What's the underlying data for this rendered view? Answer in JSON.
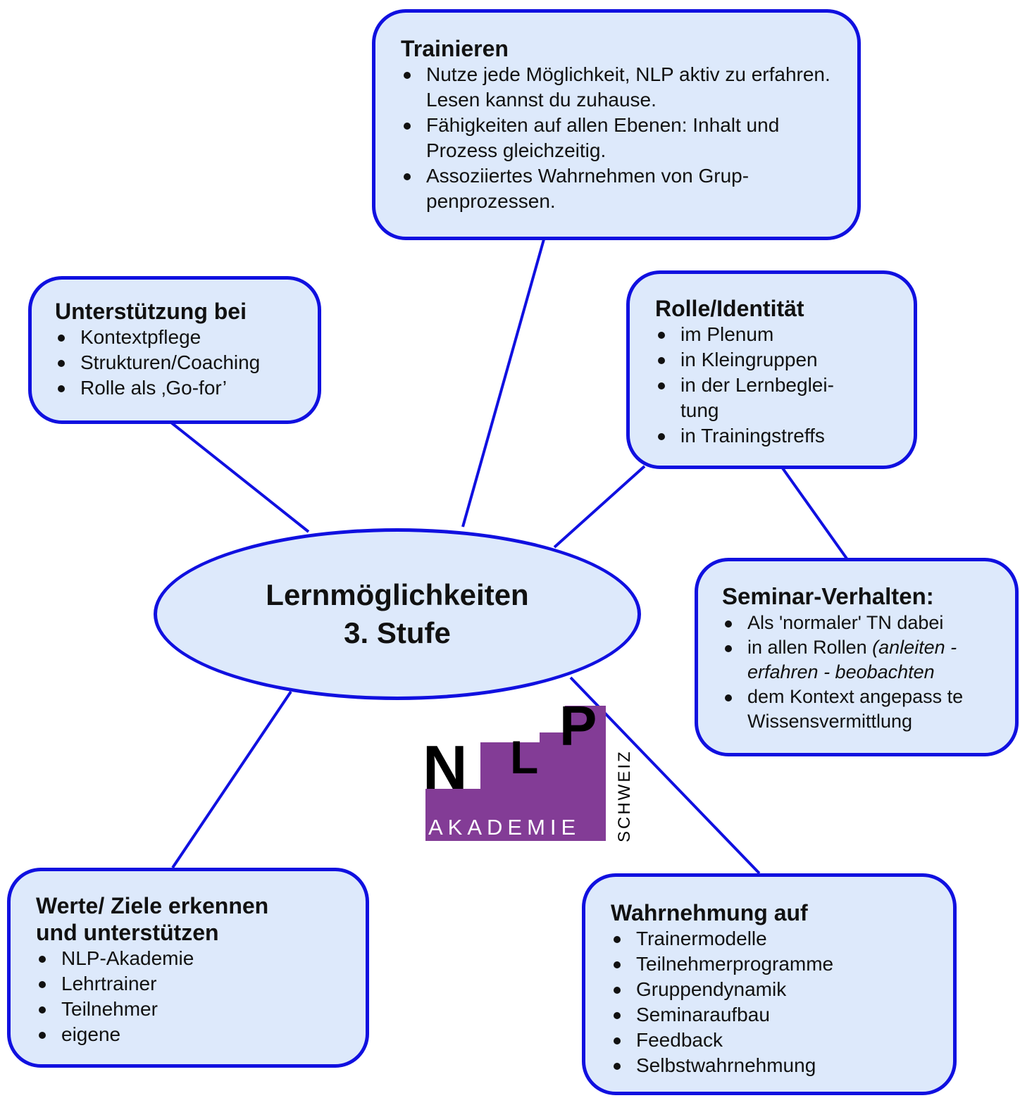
{
  "center": {
    "line1": "Lernmöglichkeiten",
    "line2": "3. Stufe"
  },
  "trainieren": {
    "title": "Trainieren",
    "items": [
      "Nutze jede Möglichkeit, NLP aktiv zu erfahren. Lesen kannst du zuhause.",
      "Fähigkeiten auf allen Ebenen: Inhalt und Prozess gleichzeitig.",
      "Assoziiertes Wahrnehmen von Grup-penprozessen."
    ]
  },
  "unterstuetzung": {
    "title": "Unterstützung bei",
    "items": [
      "Kontextpflege",
      "Strukturen/Coaching",
      "Rolle als ‚Go-for’"
    ]
  },
  "rolle": {
    "title": "Rolle/Identität",
    "items": [
      "im Plenum",
      "in Kleingruppen",
      "in der Lernbeglei-tung",
      "in Trainingstreffs"
    ]
  },
  "seminar": {
    "title": "Seminar-Verhalten:",
    "item1": "Als 'normaler' TN dabei",
    "item2_prefix": "in allen Rollen ",
    "item2_italic": "(anleiten - erfahren - beobachten",
    "item3": "dem Kontext angepass te Wissensvermittlung"
  },
  "werte": {
    "title": "Werte/ Ziele erkennen und unterstützen",
    "items": [
      "NLP-Akademie",
      "Lehrtrainer",
      "Teilnehmer",
      "eigene"
    ]
  },
  "wahrnehmung": {
    "title": "Wahrnehmung auf",
    "items": [
      "Trainermodelle",
      "Teilnehmerprogramme",
      "Gruppendynamik",
      "Seminaraufbau",
      "Feedback",
      "Selbstwahrnehmung"
    ]
  },
  "logo": {
    "letter_n": "N",
    "letter_l": "L",
    "letter_p": "P",
    "akademie": "AKADEMIE",
    "schweiz": "SCHWEIZ",
    "purple": "#833c96",
    "black": "#000000"
  },
  "colors": {
    "line": "#1010e0",
    "fill": "#dde9fb"
  }
}
